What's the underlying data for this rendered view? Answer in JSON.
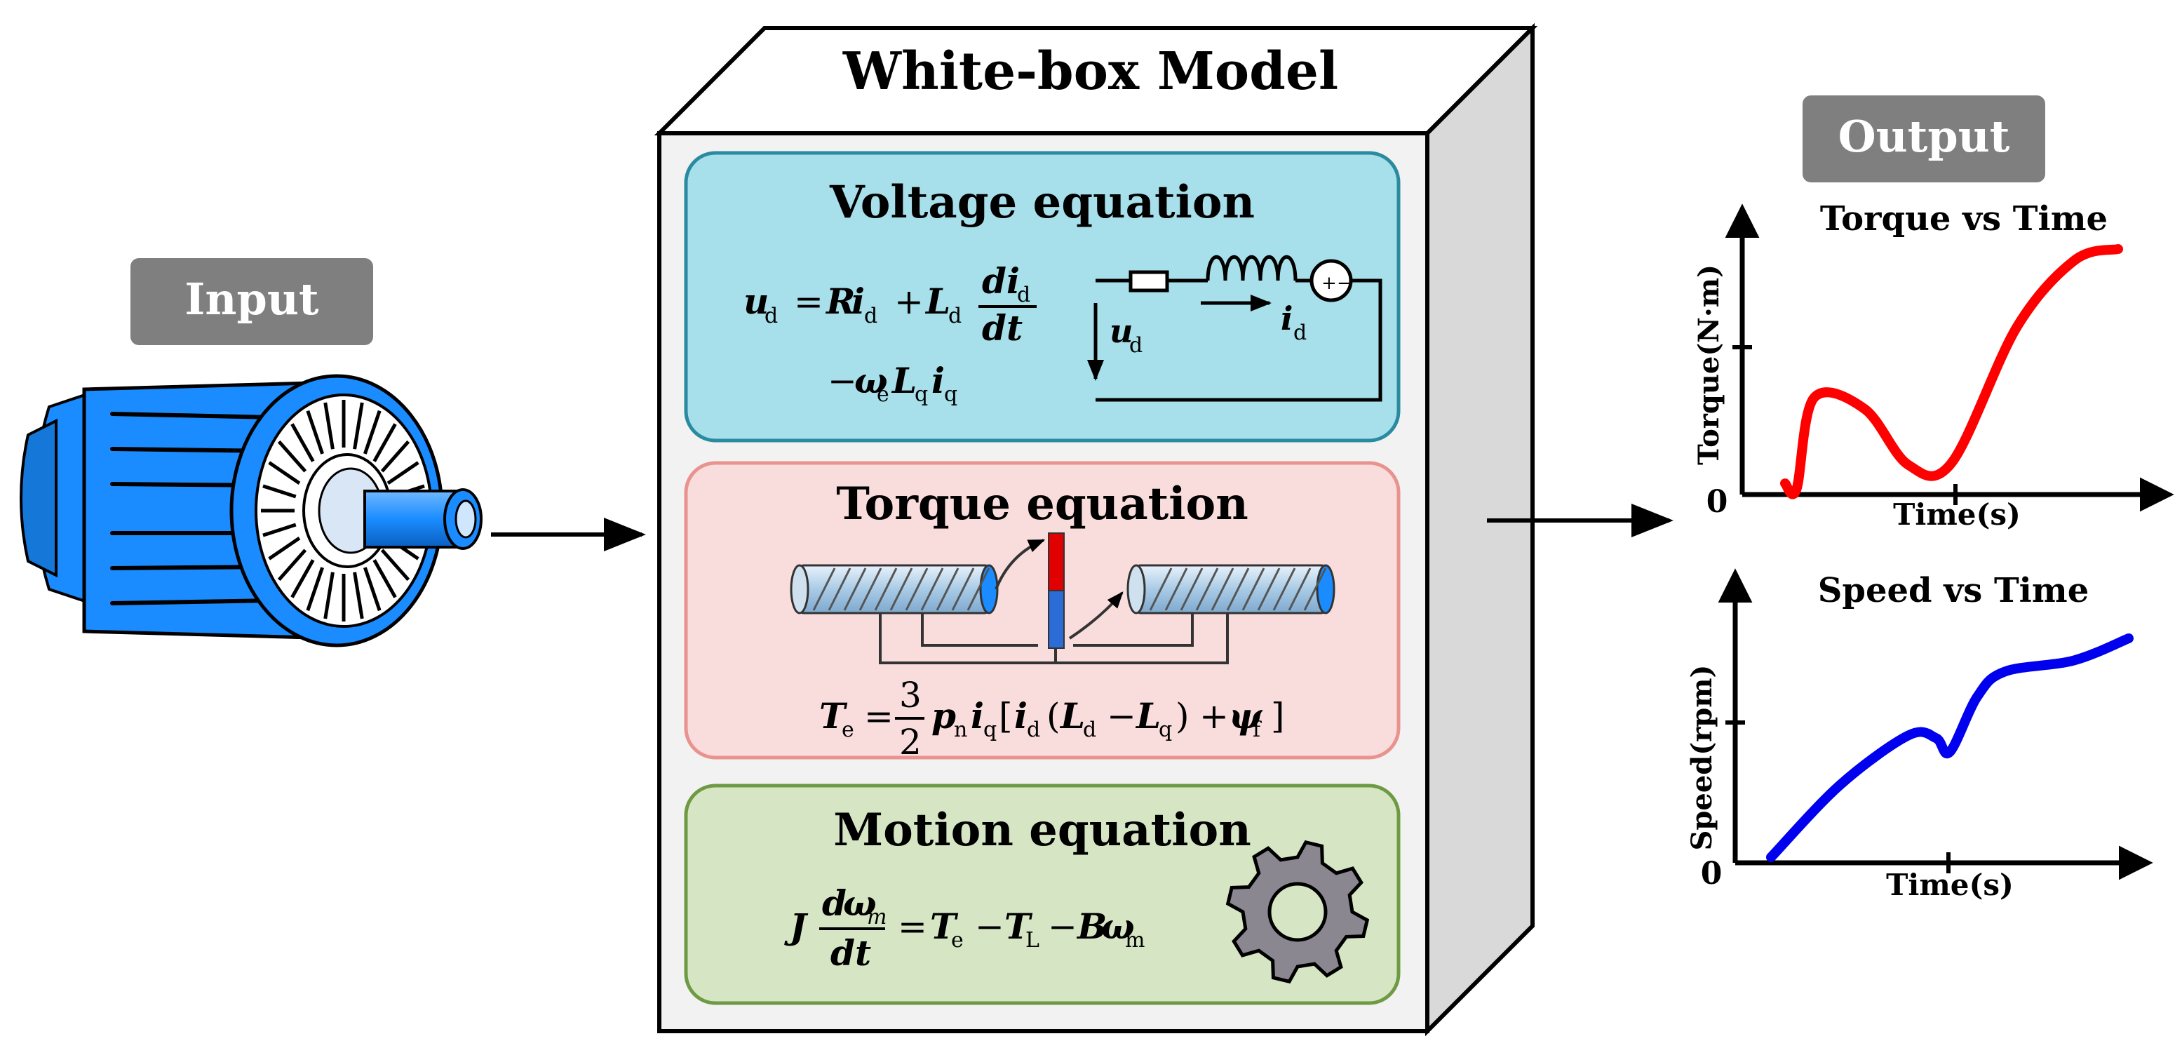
{
  "input_label": "Input",
  "output_label": "Output",
  "box_title": "White-box Model",
  "colors": {
    "motor_blue": "#1a8cff",
    "voltage_bg": "#a7dfea",
    "voltage_border": "#2a8aa0",
    "torque_bg": "#f9dcdc",
    "torque_border": "#e9938f",
    "motion_bg": "#d6e6c4",
    "motion_border": "#6e9a44",
    "label_bg": "#7f7f7f",
    "torque_curve": "#ff0000",
    "speed_curve": "#0000ee"
  },
  "voltage": {
    "title": "Voltage equation",
    "var_u": "u",
    "sub_d": "d",
    "sub_q": "q",
    "sub_e": "e",
    "eq_sign": "=",
    "var_R": "R",
    "var_i": "i",
    "var_L": "L",
    "frac_num": "di",
    "frac_den": "dt",
    "plus": "+",
    "minus": "−",
    "omega": "ω",
    "circuit_u": "u",
    "circuit_i": "i",
    "src_plus": "+",
    "src_minus": "−"
  },
  "torque": {
    "title": "Torque equation",
    "lhs": "T",
    "lhs_sub": "e",
    "eq_sign": "=",
    "frac_num": "3",
    "frac_den": "2",
    "p": "p",
    "p_sub": "n",
    "i": "i",
    "sub_q": "q",
    "sub_d": "d",
    "L": "L",
    "open_bracket": "[",
    "close_bracket": "]",
    "open_paren": "(",
    "close_paren": ")",
    "minus": "−",
    "plus": "+",
    "psi": "ψ",
    "psi_sub": "f"
  },
  "motion": {
    "title": "Motion equation",
    "J": "J",
    "num_d": "d",
    "omega": "ω",
    "omega_sub": "m",
    "den": "dt",
    "eq_sign": "=",
    "T": "T",
    "Te_sub": "e",
    "TL_sub": "L",
    "minus": "−",
    "B": "B",
    "omega_m_sub": "m"
  },
  "chart_data": [
    {
      "type": "line",
      "title": "Torque vs Time",
      "xlabel": "Time(s)",
      "ylabel": "Torque(N·m)",
      "origin_label": "0",
      "series": [
        {
          "x": [
            0,
            0.8,
            2.0,
            5.5,
            8.5,
            11.5,
            16.0,
            20.0,
            23.0
          ],
          "y": [
            0.3,
            0.15,
            2.6,
            2.3,
            0.8,
            0.85,
            4.5,
            6.3,
            6.6
          ]
        }
      ]
    },
    {
      "type": "line",
      "title": "Speed vs Time",
      "xlabel": "Time(s)",
      "ylabel": "Speed(rpm)",
      "origin_label": "0",
      "series": [
        {
          "x": [
            0,
            5,
            10,
            12,
            13,
            15,
            17,
            22,
            26
          ],
          "y": [
            0.2,
            2.8,
            4.6,
            4.5,
            4.0,
            6.0,
            6.9,
            7.3,
            8.1
          ]
        }
      ]
    }
  ]
}
